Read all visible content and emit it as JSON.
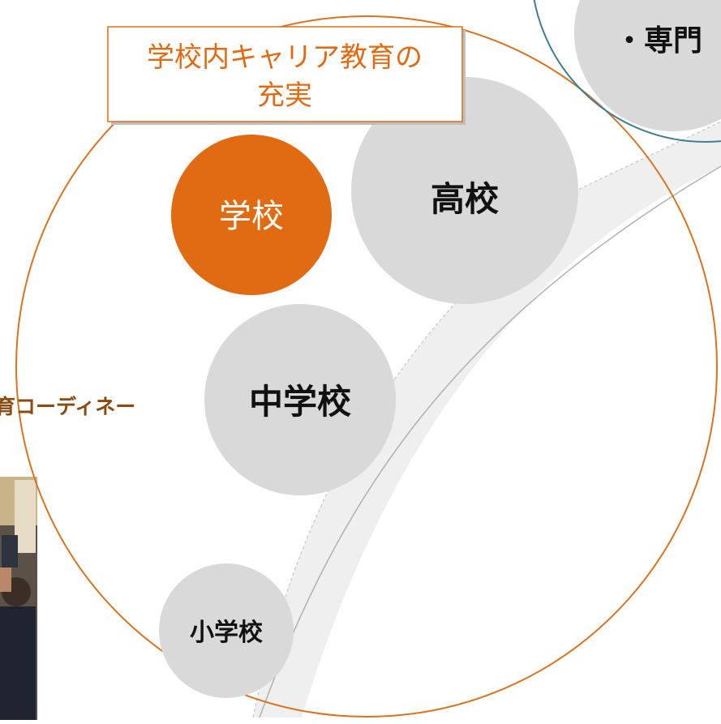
{
  "header_box": {
    "line1": "学校内キャリア教育の",
    "line2": "充実"
  },
  "top_right_label": "・専門",
  "side_label": "育コーディネー",
  "stages": {
    "school": "学校",
    "high_school": "高校",
    "middle_school": "中学校",
    "elementary_school": "小学校"
  },
  "colors": {
    "accent_orange": "#e06b12",
    "big_circle_stroke": "#d9731f",
    "teal_circle_stroke": "#3f7f95",
    "stage_circle_fill": "#d9d9d9",
    "path_band_fill": "#efefef",
    "side_label_color": "#8a4a10"
  }
}
